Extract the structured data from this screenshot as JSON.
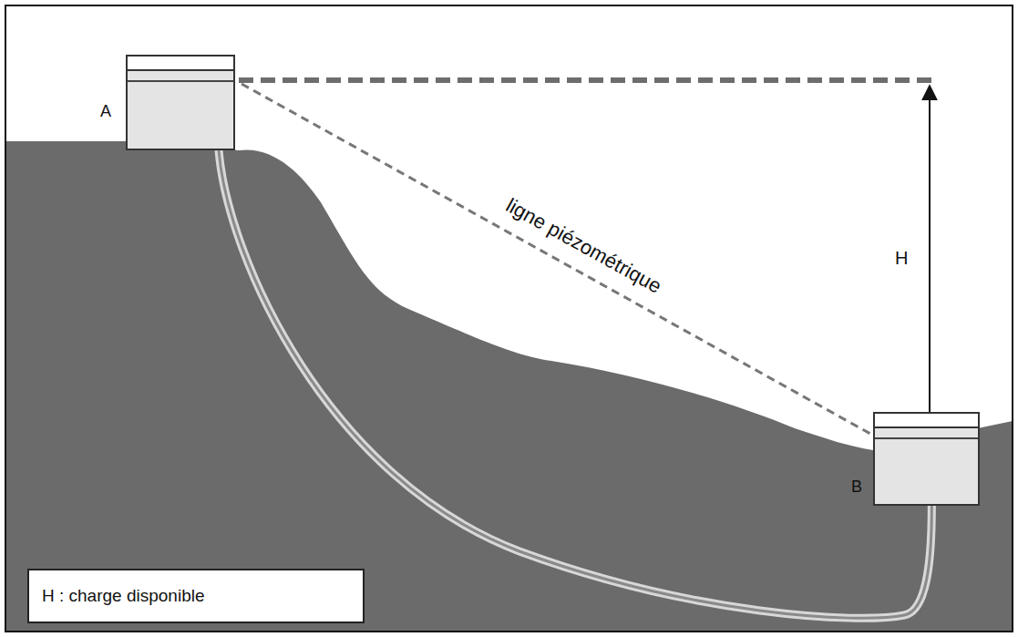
{
  "diagram": {
    "nodes": [
      {
        "text": [
          "A"
        ]
      },
      {
        "text": [
          "B"
        ]
      },
      {
        "text": [
          "H : charge disponible"
        ]
      }
    ],
    "edges": [
      {
        "from": 0,
        "to": 1,
        "arrow": "none"
      }
    ],
    "labels": [
      "ligne piézométrique",
      "H"
    ]
  }
}
